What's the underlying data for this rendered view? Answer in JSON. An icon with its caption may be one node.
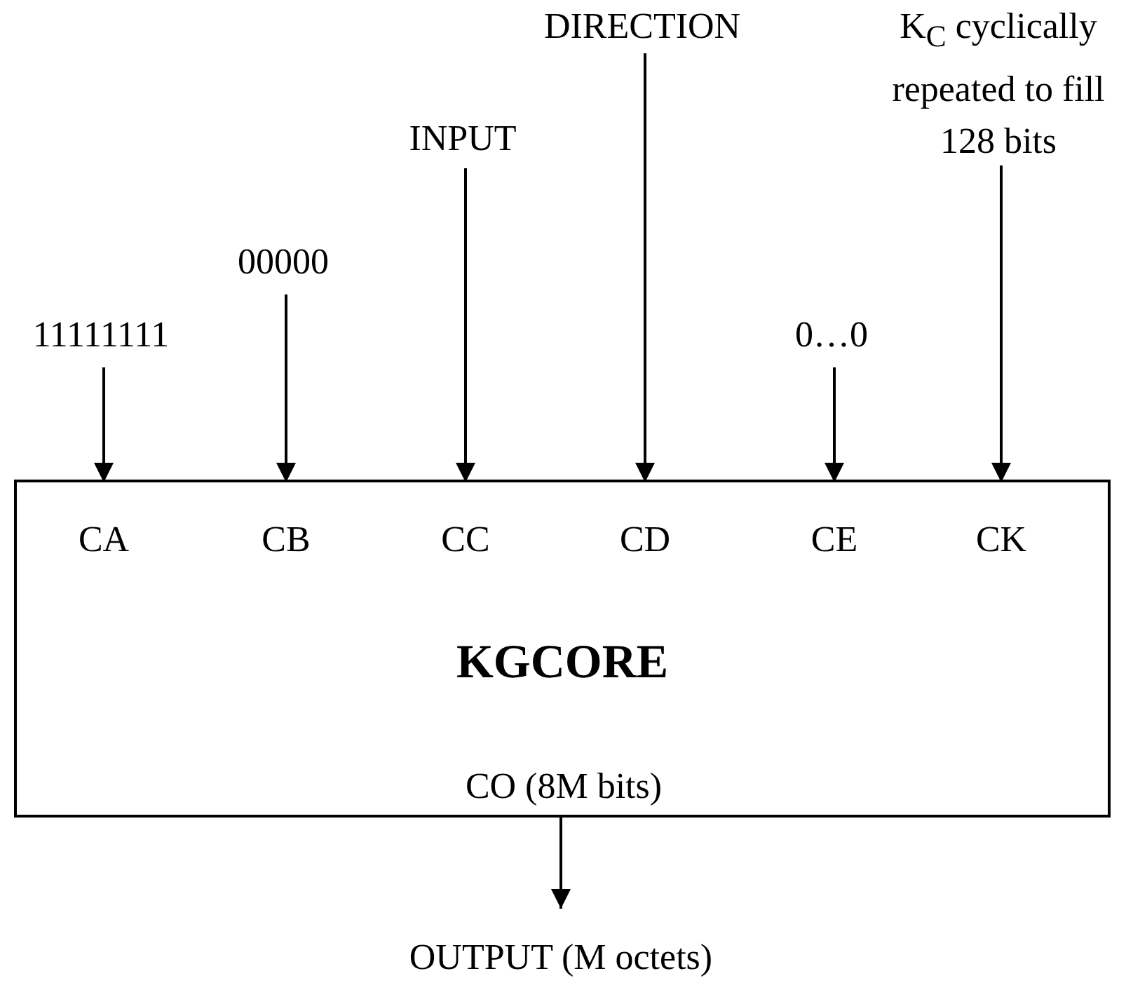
{
  "diagram": {
    "nodes": [
      {
        "text": [
          "DIRECTION"
        ]
      },
      {
        "text": [
          "K$_{C}$ cyclically repeated to fill 128 bits"
        ]
      },
      {
        "text": [
          "INPUT"
        ]
      },
      {
        "text": [
          "00000"
        ]
      },
      {
        "text": [
          "11111111"
        ]
      },
      {
        "text": [
          "0…0"
        ]
      },
      {
        "text": [
          "KGCORE"
        ]
      },
      {
        "text": [
          "CA"
        ],
        "in": 6
      },
      {
        "text": [
          "CB"
        ],
        "in": 6
      },
      {
        "text": [
          "CC"
        ],
        "in": 6
      },
      {
        "text": [
          "CD"
        ],
        "in": 6
      },
      {
        "text": [
          "CE"
        ],
        "in": 6
      },
      {
        "text": [
          "CK"
        ],
        "in": 6
      },
      {
        "text": [
          "CO (8M bits)"
        ],
        "in": 6
      },
      {
        "text": [
          "OUTPUT (M octets)"
        ]
      }
    ],
    "edges": [
      {
        "from": 4,
        "to": 7,
        "arrow": "to"
      },
      {
        "from": 3,
        "to": 8,
        "arrow": "to"
      },
      {
        "from": 2,
        "to": 9,
        "arrow": "to"
      },
      {
        "from": 0,
        "to": 10,
        "arrow": "to"
      },
      {
        "from": 5,
        "to": 11,
        "arrow": "to"
      },
      {
        "from": 1,
        "to": 12,
        "arrow": "to"
      },
      {
        "from": 13,
        "to": 14,
        "arrow": "to"
      }
    ]
  }
}
